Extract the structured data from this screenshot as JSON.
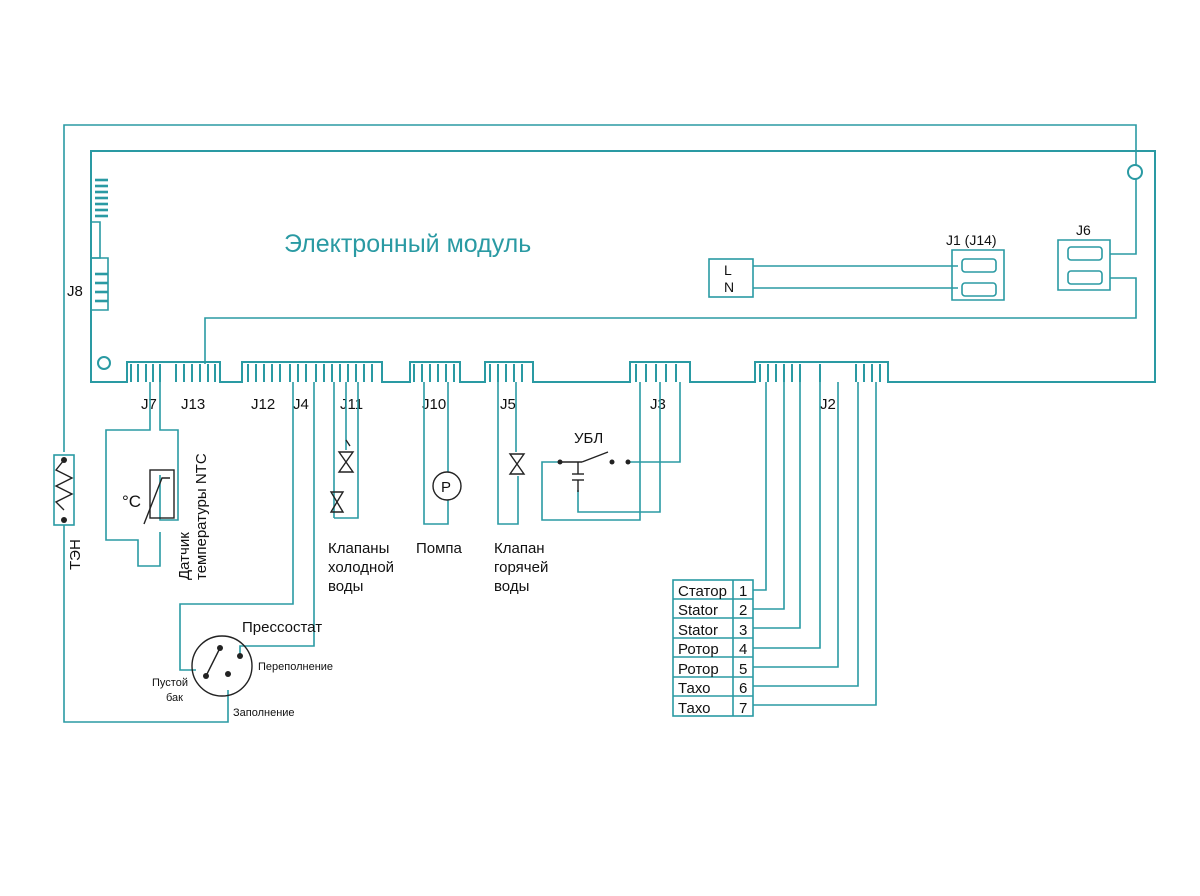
{
  "title": "Электронный модуль",
  "colors": {
    "wire": "#2a9aa3",
    "text": "#111111",
    "background": "#ffffff"
  },
  "connectors": {
    "j1": "J1 (J14)",
    "j6": "J6",
    "j8": "J8",
    "j7": "J7",
    "j13": "J13",
    "j12": "J12",
    "j4": "J4",
    "j11": "J11",
    "j10": "J10",
    "j5": "J5",
    "j3": "J3",
    "j2": "J2"
  },
  "power": {
    "l": "L",
    "n": "N"
  },
  "components": {
    "heater": "ТЭН",
    "ntc_line1": "Датчик",
    "ntc_line2": "температуры NTC",
    "ntc_symbol": "°C",
    "pump_symbol": "P",
    "door_lock": "УБЛ",
    "pressure_switch": "Прессостат",
    "overflow": "Переполнение",
    "empty_line1": "Пустой",
    "empty_line2": "бак",
    "filling": "Заполнение"
  },
  "valves": {
    "cold_line1": "Клапаны",
    "cold_line2": "холодной",
    "cold_line3": "воды",
    "pump": "Помпа",
    "hot_line1": "Клапан",
    "hot_line2": "горячей",
    "hot_line3": "воды"
  },
  "motor_table": [
    {
      "name": "Статор",
      "pin": "1"
    },
    {
      "name": "Stator",
      "pin": "2"
    },
    {
      "name": "Stator",
      "pin": "3"
    },
    {
      "name": "Ротор",
      "pin": "4"
    },
    {
      "name": "Ротор",
      "pin": "5"
    },
    {
      "name": "Тахо",
      "pin": "6"
    },
    {
      "name": "Тахо",
      "pin": "7"
    }
  ]
}
